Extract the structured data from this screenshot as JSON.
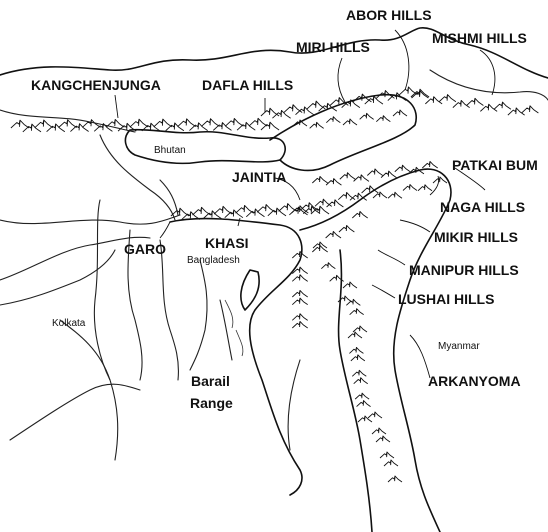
{
  "labels": {
    "abor_hills": "ABOR HILLS",
    "miri_hills": "MIRI HILLS",
    "mishmi_hills": "MISHMI HILLS",
    "kangchenjunga": "KANGCHENJUNGA",
    "dafla_hills": "DAFLA HILLS",
    "bhutan": "Bhutan",
    "patkai_bum": "PATKAI BUM",
    "jaintia": "JAINTIA",
    "naga_hills": "NAGA HILLS",
    "mikir_hills": "MIKIR HILLS",
    "garo": "GARO",
    "khasi": "KHASI",
    "bangladesh": "Bangladesh",
    "manipur_hills": "MANIPUR HILLS",
    "lushai_hills": "LUSHAI HILLS",
    "kolkata": "Kolkata",
    "myanmar": "Myanmar",
    "arkanyoma": "ARKANYOMA",
    "barail": "Barail",
    "range": "Range"
  },
  "colors": {
    "ink": "#111111",
    "paper": "#ffffff"
  }
}
